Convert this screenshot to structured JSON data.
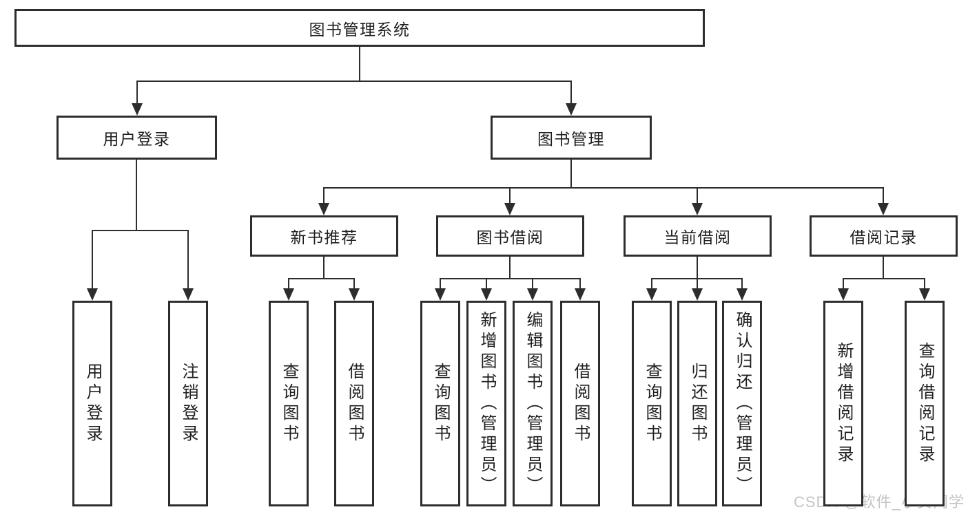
{
  "diagram": {
    "title": "图书管理系统",
    "nodes": [
      {
        "id": "root",
        "label": "图书管理系统",
        "level": 1,
        "parent": null
      },
      {
        "id": "user-login",
        "label": "用户登录",
        "level": 2,
        "parent": "root"
      },
      {
        "id": "book-mgmt",
        "label": "图书管理",
        "level": 2,
        "parent": "root"
      },
      {
        "id": "new-book-rec",
        "label": "新书推荐",
        "level": 3,
        "parent": "book-mgmt"
      },
      {
        "id": "book-borrow",
        "label": "图书借阅",
        "level": 3,
        "parent": "book-mgmt"
      },
      {
        "id": "current-borrow",
        "label": "当前借阅",
        "level": 3,
        "parent": "book-mgmt"
      },
      {
        "id": "borrow-record",
        "label": "借阅记录",
        "level": 3,
        "parent": "book-mgmt"
      },
      {
        "id": "leaf-user-login",
        "label": "用户登录",
        "level": 4,
        "parent": "user-login"
      },
      {
        "id": "leaf-user-logout",
        "label": "注销登录",
        "level": 4,
        "parent": "user-login"
      },
      {
        "id": "leaf-nb-query",
        "label": "查询图书",
        "level": 4,
        "parent": "new-book-rec"
      },
      {
        "id": "leaf-nb-borrow",
        "label": "借阅图书",
        "level": 4,
        "parent": "new-book-rec"
      },
      {
        "id": "leaf-bb-query",
        "label": "查询图书",
        "level": 4,
        "parent": "book-borrow"
      },
      {
        "id": "leaf-bb-add",
        "label": "新增图书（管理员）",
        "level": 4,
        "parent": "book-borrow"
      },
      {
        "id": "leaf-bb-edit",
        "label": "编辑图书（管理员）",
        "level": 4,
        "parent": "book-borrow"
      },
      {
        "id": "leaf-bb-borrow",
        "label": "借阅图书",
        "level": 4,
        "parent": "book-borrow"
      },
      {
        "id": "leaf-cb-query",
        "label": "查询图书",
        "level": 4,
        "parent": "current-borrow"
      },
      {
        "id": "leaf-cb-return",
        "label": "归还图书",
        "level": 4,
        "parent": "current-borrow"
      },
      {
        "id": "leaf-cb-confirm",
        "label": "确认归还（管理员）",
        "level": 4,
        "parent": "current-borrow"
      },
      {
        "id": "leaf-br-add",
        "label": "新增借阅记录",
        "level": 4,
        "parent": "borrow-record"
      },
      {
        "id": "leaf-br-query",
        "label": "查询借阅记录",
        "level": 4,
        "parent": "borrow-record"
      }
    ],
    "colors": {
      "line": "#2d2d2d",
      "text": "#1f1f1f",
      "background": "#ffffff",
      "watermark": "#c4c4c4"
    }
  },
  "watermark": {
    "text": "CSDN @软件_小贺同学"
  }
}
